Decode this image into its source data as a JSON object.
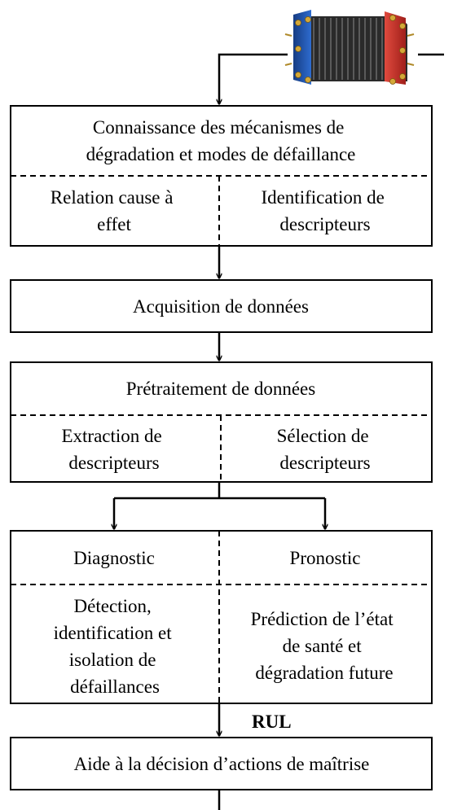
{
  "stack_image": {
    "icon": "fuel-cell-stack-icon",
    "colors": {
      "body": "#2b2b2b",
      "plate_left": "#1f4fa3",
      "plate_right": "#c9302c",
      "bolt": "#c8a030"
    }
  },
  "box1": {
    "title": [
      "Connaissance des mécanismes de",
      "dégradation et modes de défaillance"
    ],
    "left": [
      "Relation cause à",
      "effet"
    ],
    "right": [
      "Identification de",
      "descripteurs"
    ]
  },
  "box2": {
    "title": "Acquisition de données"
  },
  "box3": {
    "title": "Prétraitement de données",
    "left": [
      "Extraction de",
      "descripteurs"
    ],
    "right": [
      "Sélection de",
      "descripteurs"
    ]
  },
  "box4": {
    "left_title": "Diagnostic",
    "right_title": "Pronostic",
    "left": [
      "Détection,",
      "identification et",
      "isolation de",
      "défaillances"
    ],
    "right": [
      "Prédiction de l’état",
      "de santé et",
      "dégradation future"
    ]
  },
  "rul_label": "RUL",
  "box5": {
    "title": "Aide à la décision d’actions de maîtrise"
  }
}
